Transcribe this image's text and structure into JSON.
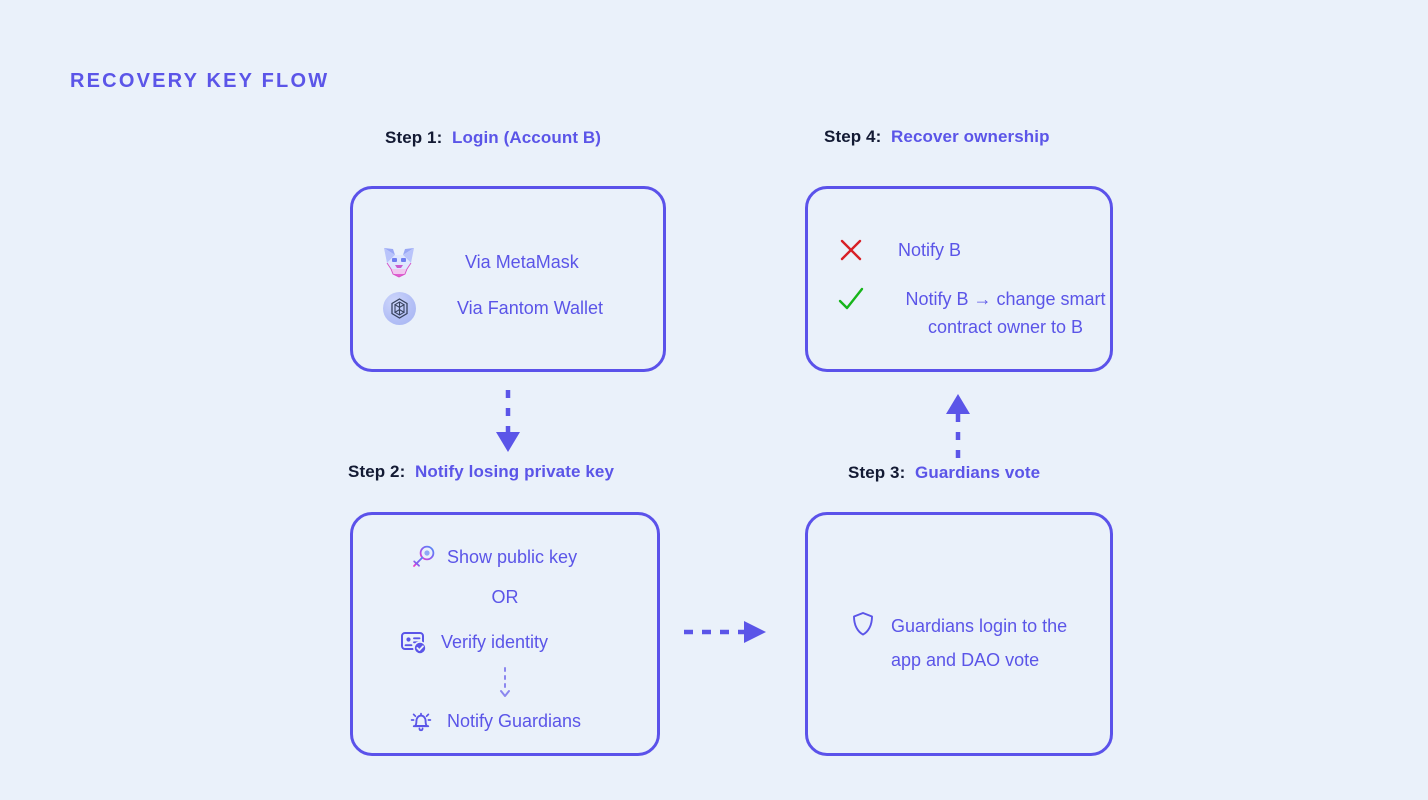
{
  "page": {
    "title": "RECOVERY KEY FLOW",
    "background_color": "#eaf1fa",
    "accent_color": "#5b55e8",
    "border_color": "#5b52ea",
    "dark_text_color": "#131a33"
  },
  "steps": [
    {
      "id": "step-1",
      "index_label": "Step 1:",
      "name_label": "Login (Account B)",
      "items": [
        {
          "icon": "metamask-fox-icon",
          "text": "Via MetaMask"
        },
        {
          "icon": "fantom-wallet-icon",
          "text": "Via Fantom Wallet"
        }
      ]
    },
    {
      "id": "step-2",
      "index_label": "Step 2:",
      "name_label": "Notify losing private key",
      "items": [
        {
          "icon": "key-icon",
          "text": "Show public key"
        },
        {
          "icon": "none",
          "text": "OR"
        },
        {
          "icon": "id-card-verified-icon",
          "text": "Verify identity"
        },
        {
          "icon": "arrow-down-dotted-icon",
          "text": ""
        },
        {
          "icon": "bell-ringing-icon",
          "text": "Notify Guardians"
        }
      ]
    },
    {
      "id": "step-3",
      "index_label": "Step 3:",
      "name_label": "Guardians vote",
      "items": [
        {
          "icon": "shield-icon",
          "text": "Guardians login to the app and DAO vote"
        }
      ]
    },
    {
      "id": "step-4",
      "index_label": "Step 4:",
      "name_label": "Recover ownership",
      "items": [
        {
          "icon": "x-mark-icon",
          "text": "Notify B",
          "icon_color": "#d81f26"
        },
        {
          "icon": "check-mark-icon",
          "text": "Notify B → change smart contract owner to B",
          "icon_color": "#17b51a"
        }
      ]
    }
  ],
  "connectors": [
    {
      "id": "connector-step1-to-step2",
      "direction": "down",
      "style": "dashed",
      "color": "#5b55e8"
    },
    {
      "id": "connector-step2-to-step3",
      "direction": "right",
      "style": "dashed",
      "color": "#5b55e8"
    },
    {
      "id": "connector-step3-to-step4",
      "direction": "up",
      "style": "dashed",
      "color": "#5b55e8"
    }
  ]
}
